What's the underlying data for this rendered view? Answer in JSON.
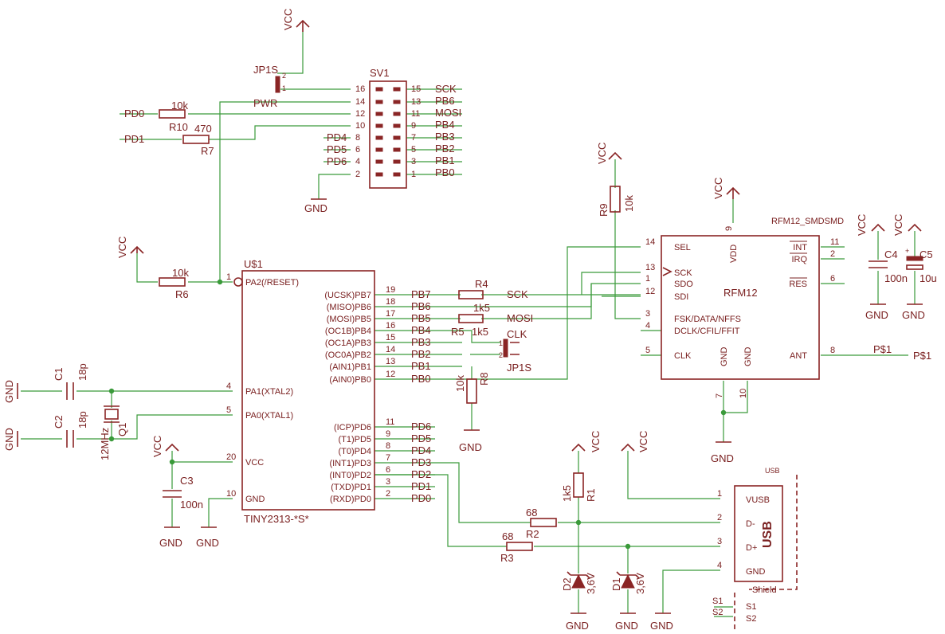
{
  "labels": {
    "vcc": "VCC",
    "gnd": "GND",
    "pd0": "PD0",
    "pd1": "PD1",
    "pd2": "PD2",
    "pd3": "PD3",
    "pd4": "PD4",
    "pd5": "PD5",
    "pd6": "PD6",
    "pb0": "PB0",
    "pb1": "PB1",
    "pb2": "PB2",
    "pb3": "PB3",
    "pb4": "PB4",
    "pb5": "PB5",
    "pb6": "PB6",
    "pb7": "PB7",
    "sck": "SCK",
    "mosi": "MOSI",
    "pwr": "PWR",
    "clk": "CLK",
    "ps1": "P$1"
  },
  "parts": {
    "sv1": "SV1",
    "jp1s": "JP1S",
    "u1": "U$1",
    "u1_value": "TINY2313-*S*",
    "rfm12": "RFM12",
    "rfm12_value": "RFM12_SMDSMD",
    "usb_title": "USB",
    "usb_label": "USB",
    "usb_shield": "Shield",
    "r10": "R10",
    "r10_value": "10k",
    "r7": "R7",
    "r7_value": "470",
    "r6": "R6",
    "r6_value": "10k",
    "r4": "R4",
    "r4_value": "1k5",
    "r5": "R5",
    "r5_value": "1k5",
    "r8": "R8",
    "r8_value": "10k",
    "r9": "R9",
    "r9_value": "10k",
    "r1": "R1",
    "r1_value": "1k5",
    "r2": "R2",
    "r2_value": "68",
    "r3": "R3",
    "r3_value": "68",
    "c1": "C1",
    "c1_value": "18p",
    "c2": "C2",
    "c2_value": "18p",
    "c3": "C3",
    "c3_value": "100n",
    "c4": "C4",
    "c4_value": "100n",
    "c5": "C5",
    "c5_value": "10u",
    "q1": "Q1",
    "q1_value": "12MHz",
    "d1": "D1",
    "d1_value": "3,6V",
    "d2": "D2",
    "d2_value": "3,6V",
    "s1": "S1",
    "s2": "S2"
  },
  "header_pins": [
    "16",
    "15",
    "14",
    "13",
    "12",
    "11",
    "10",
    "9",
    "8",
    "7",
    "6",
    "5",
    "4",
    "3",
    "2",
    "1"
  ],
  "u1_pins_left": [
    {
      "num": "1",
      "name": "PA2(/RESET)"
    },
    {
      "num": "4",
      "name": "PA1(XTAL2)"
    },
    {
      "num": "5",
      "name": "PA0(XTAL1)"
    },
    {
      "num": "20",
      "name": "VCC"
    },
    {
      "num": "10",
      "name": "GND"
    }
  ],
  "u1_pins_right": [
    {
      "num": "19",
      "name": "(UCSK)PB7"
    },
    {
      "num": "18",
      "name": "(MISO)PB6"
    },
    {
      "num": "17",
      "name": "(MOSI)PB5"
    },
    {
      "num": "16",
      "name": "(OC1B)PB4"
    },
    {
      "num": "15",
      "name": "(OC1A)PB3"
    },
    {
      "num": "14",
      "name": "(OC0A)PB2"
    },
    {
      "num": "13",
      "name": "(AIN1)PB1"
    },
    {
      "num": "12",
      "name": "(AIN0)PB0"
    },
    {
      "num": "11",
      "name": "(ICP)PD6"
    },
    {
      "num": "9",
      "name": "(T1)PD5"
    },
    {
      "num": "8",
      "name": "(T0)PD4"
    },
    {
      "num": "7",
      "name": "(INT1)PD3"
    },
    {
      "num": "6",
      "name": "(INT0)PD2"
    },
    {
      "num": "3",
      "name": "(TXD)PD1"
    },
    {
      "num": "2",
      "name": "(RXD)PD0"
    }
  ],
  "rfm_pins_left": [
    {
      "num": "14",
      "name": "SEL"
    },
    {
      "num": "13",
      "name": "SCK"
    },
    {
      "num": "1",
      "name": "SDO"
    },
    {
      "num": "12",
      "name": "SDI"
    },
    {
      "num": "3",
      "name": "FSK/DATA/NFFS"
    },
    {
      "num": "4",
      "name": "DCLK/CFIL/FFIT"
    },
    {
      "num": "5",
      "name": "CLK"
    }
  ],
  "rfm_pins_right": [
    {
      "num": "11",
      "name": "INT"
    },
    {
      "num": "2",
      "name": "IRQ"
    },
    {
      "num": "6",
      "name": "RES"
    },
    {
      "num": "8",
      "name": "ANT"
    }
  ],
  "rfm_pins_vertical": [
    {
      "num": "9",
      "name": "VDD"
    },
    {
      "num": "7",
      "name": "GND"
    },
    {
      "num": "10",
      "name": "GND"
    }
  ],
  "usb_pins": [
    {
      "num": "1",
      "name": "VUSB"
    },
    {
      "num": "2",
      "name": "D-"
    },
    {
      "num": "3",
      "name": "D+"
    },
    {
      "num": "4",
      "name": "GND"
    }
  ],
  "jumper_pins": [
    "2",
    "1"
  ]
}
